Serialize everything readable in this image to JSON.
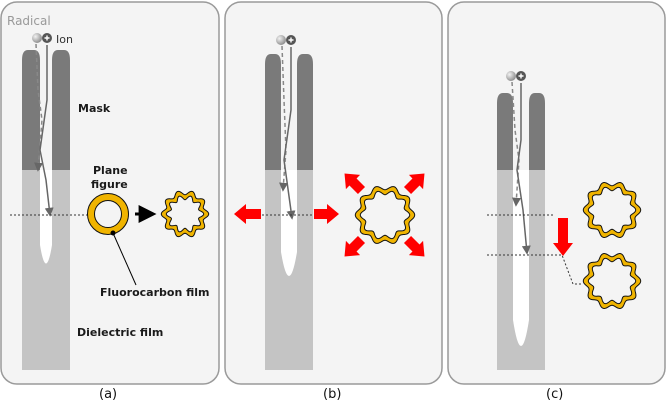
{
  "labels": {
    "radical": "Radical",
    "ion": "Ion",
    "mask": "Mask",
    "plane_figure_line1": "Plane",
    "plane_figure_line2": "figure",
    "fluorocarbon_film": "Fluorocarbon film",
    "dielectric_film": "Dielectric film"
  },
  "captions": {
    "a": "(a)",
    "b": "(b)",
    "c": "(c)"
  },
  "colors": {
    "panel_border": "#9a9a9a",
    "panel_fill": "#f4f4f4",
    "mask": "#7a7a7a",
    "dielectric": "#c4c4c4",
    "hole": "#ffffff",
    "fluorocarbon_ring": "#f0b400",
    "arrow_red": "#ff0000"
  },
  "icons": [
    "radical-particle-icon",
    "ion-particle-icon"
  ]
}
